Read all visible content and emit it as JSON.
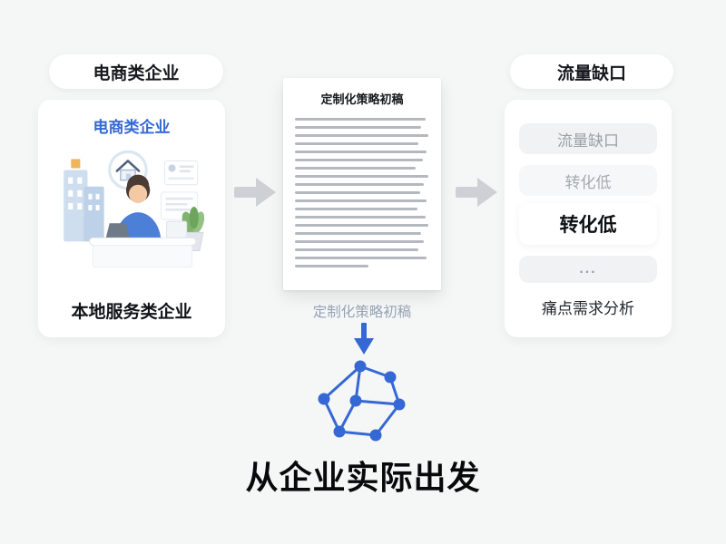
{
  "colors": {
    "background": "#f5f7f7",
    "accent_blue": "#3568d4",
    "arrow_gray": "#cdd1d6",
    "caption_gray": "#96a2b3"
  },
  "left_flow": {
    "badge_label": "电商类企业",
    "card": {
      "title": "电商类企业",
      "caption": "本地服务类企业"
    }
  },
  "center_flow": {
    "document": {
      "title": "定制化策略初稿",
      "line_widths": [
        97,
        94,
        99,
        92,
        98,
        95,
        90,
        99,
        96,
        93,
        98,
        91,
        97,
        99,
        94,
        96,
        92,
        98,
        55
      ]
    },
    "caption": "定制化策略初稿",
    "headline": "从企业实际出发"
  },
  "right_flow": {
    "badge_label": "流量缺口",
    "pain_points": [
      {
        "label": "流量缺口",
        "emphasis": "muted"
      },
      {
        "label": "转化低",
        "emphasis": "muted"
      },
      {
        "label": "转化低",
        "emphasis": "bold"
      },
      {
        "label": "...",
        "emphasis": "muted"
      }
    ],
    "caption": "痛点需求分析"
  },
  "icons": {
    "arrow_right": "arrow-right-icon",
    "arrow_down": "arrow-down-icon",
    "network_graph": "network-graph-icon"
  }
}
